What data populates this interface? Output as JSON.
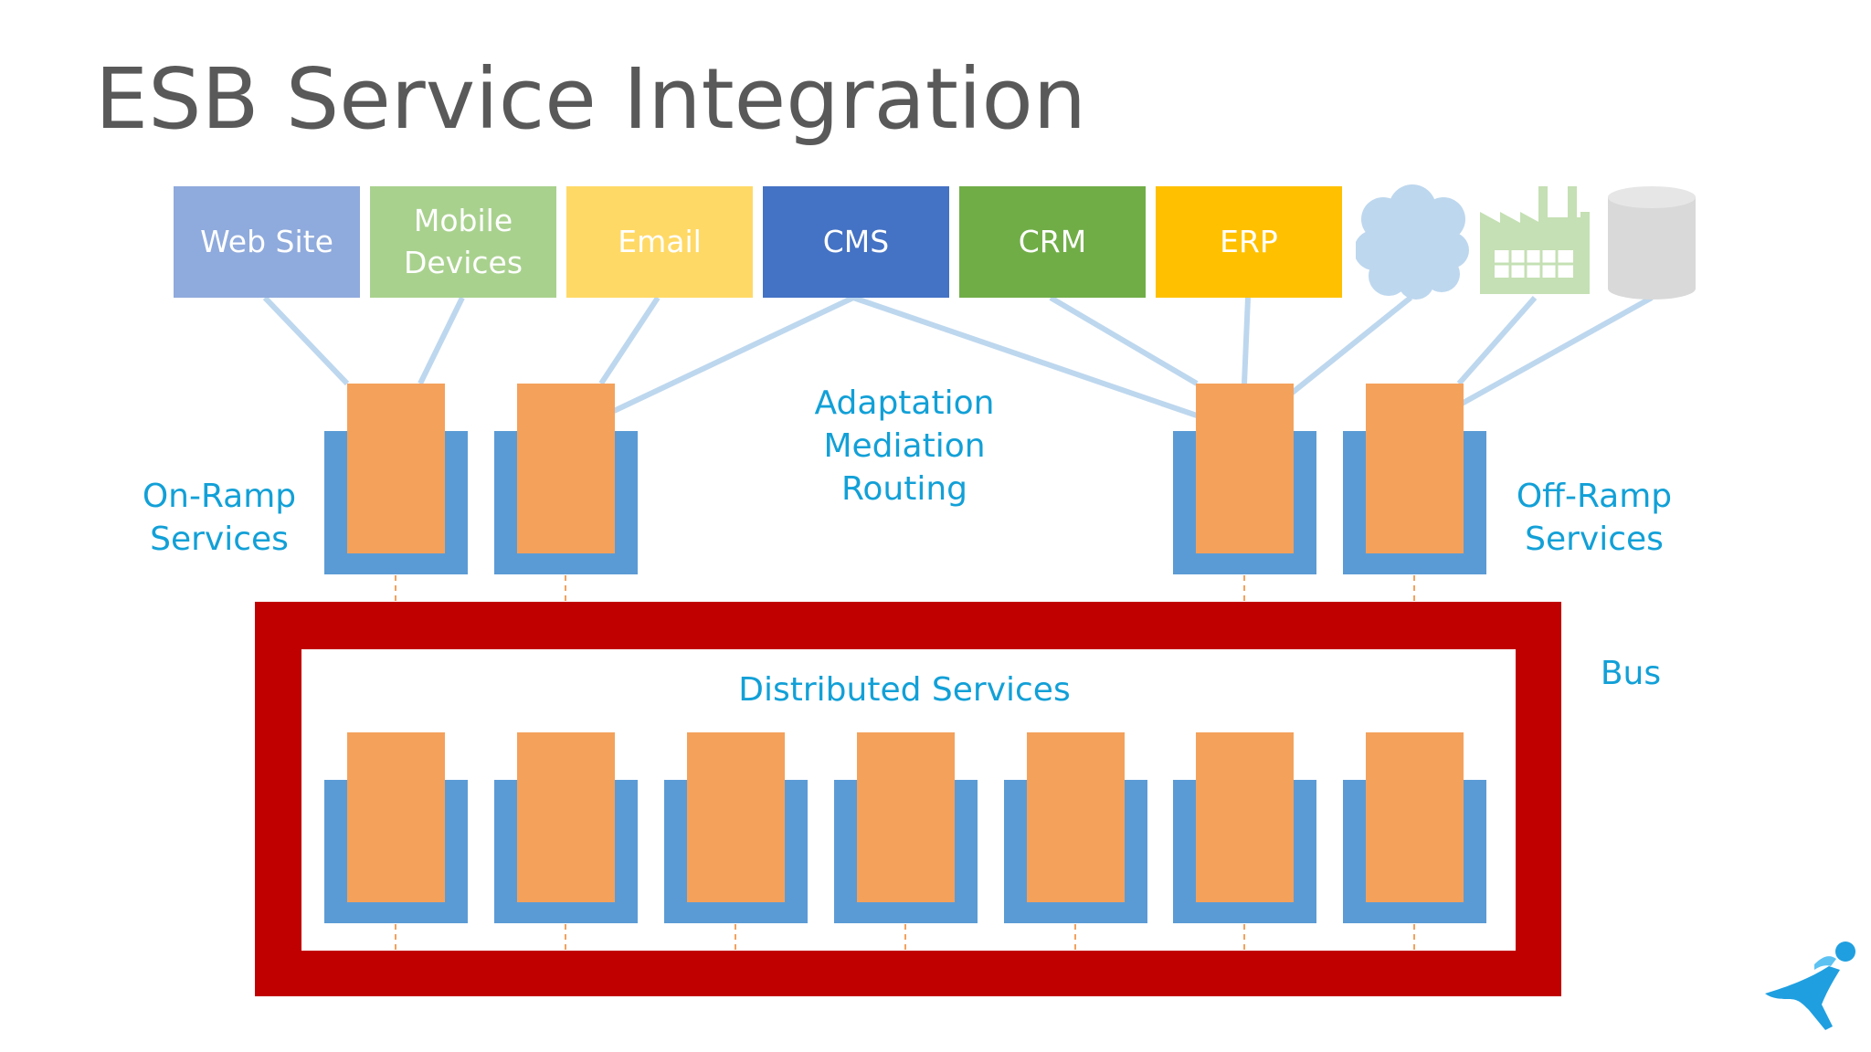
{
  "title": "ESB Service Integration",
  "systems": [
    {
      "id": "web-site",
      "label": "Web Site",
      "color": "#8faadc"
    },
    {
      "id": "mobile-devices",
      "label": "Mobile\nDevices",
      "color": "#a9d18e"
    },
    {
      "id": "email",
      "label": "Email",
      "color": "#ffd966"
    },
    {
      "id": "cms",
      "label": "CMS",
      "color": "#4472c4"
    },
    {
      "id": "crm",
      "label": "CRM",
      "color": "#70ad47"
    },
    {
      "id": "erp",
      "label": "ERP",
      "color": "#ffc000"
    }
  ],
  "icons": [
    "cloud-icon",
    "factory-icon",
    "database-icon"
  ],
  "labels": {
    "on_ramp": "On-Ramp\nServices",
    "off_ramp": "Off-Ramp\nServices",
    "adaptation": "Adaptation\nMediation\nRouting",
    "distributed": "Distributed Services",
    "bus": "Bus"
  },
  "colors": {
    "bus": "#c00000",
    "service_outer": "#5b9bd5",
    "service_inner": "#f4a15c",
    "label": "#12a0d7",
    "title": "#595959",
    "connector": "#bdd7ee"
  }
}
